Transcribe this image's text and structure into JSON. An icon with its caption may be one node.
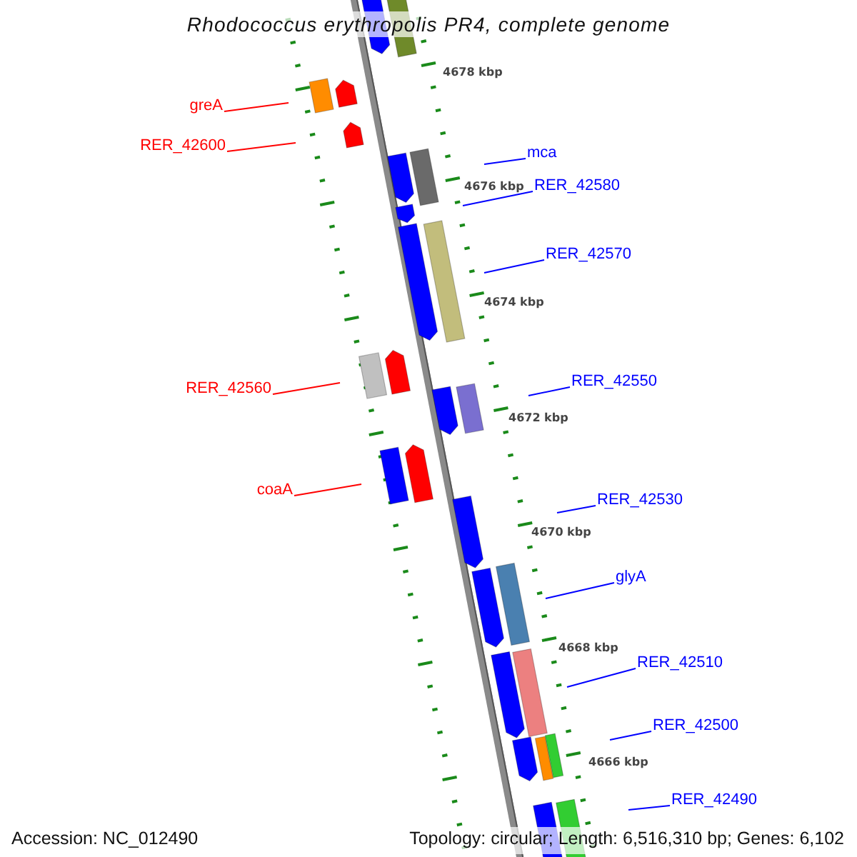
{
  "diagram": {
    "title": "Rhodococcus erythropolis PR4, complete genome",
    "nodes": [
      {
        "text": [
          "greA"
        ]
      },
      {
        "text": [
          "RER_42600"
        ]
      },
      {
        "text": [
          "mca"
        ]
      },
      {
        "text": [
          "RER_42580"
        ]
      },
      {
        "text": [
          "RER_42570"
        ]
      },
      {
        "text": [
          "RER_42560"
        ]
      },
      {
        "text": [
          "RER_42550"
        ]
      },
      {
        "text": [
          "coaA"
        ]
      },
      {
        "text": [
          "RER_42530"
        ]
      },
      {
        "text": [
          "glyA"
        ]
      },
      {
        "text": [
          "RER_42510"
        ]
      },
      {
        "text": [
          "RER_42500"
        ]
      },
      {
        "text": [
          "RER_42490"
        ]
      }
    ],
    "edges": [
      {
        "from": 0,
        "to": null,
        "arrow": "none",
        "color": "#ff0000"
      },
      {
        "from": 1,
        "to": null,
        "arrow": "none",
        "color": "#ff0000"
      },
      {
        "from": 2,
        "to": null,
        "arrow": "none"
      },
      {
        "from": 3,
        "to": null,
        "arrow": "none"
      },
      {
        "from": 4,
        "to": null,
        "arrow": "none"
      },
      {
        "from": 5,
        "to": null,
        "arrow": "none",
        "color": "#ff0000"
      },
      {
        "from": 6,
        "to": null,
        "arrow": "none"
      },
      {
        "from": 7,
        "to": null,
        "arrow": "none",
        "color": "#ff0000"
      },
      {
        "from": 8,
        "to": null,
        "arrow": "none"
      },
      {
        "from": 9,
        "to": null,
        "arrow": "none"
      },
      {
        "from": 10,
        "to": null,
        "arrow": "none"
      },
      {
        "from": 11,
        "to": null,
        "arrow": "none"
      },
      {
        "from": 12,
        "to": null,
        "arrow": "none"
      }
    ],
    "labels": [
      "4678 kbp",
      "4676 kbp",
      "4674 kbp",
      "4672 kbp",
      "4670 kbp",
      "4668 kbp",
      "4666 kbp",
      "Accession: NC_012490",
      "Topology: circular; Length: 6,516,310 bp; Genes: 6,102"
    ]
  }
}
